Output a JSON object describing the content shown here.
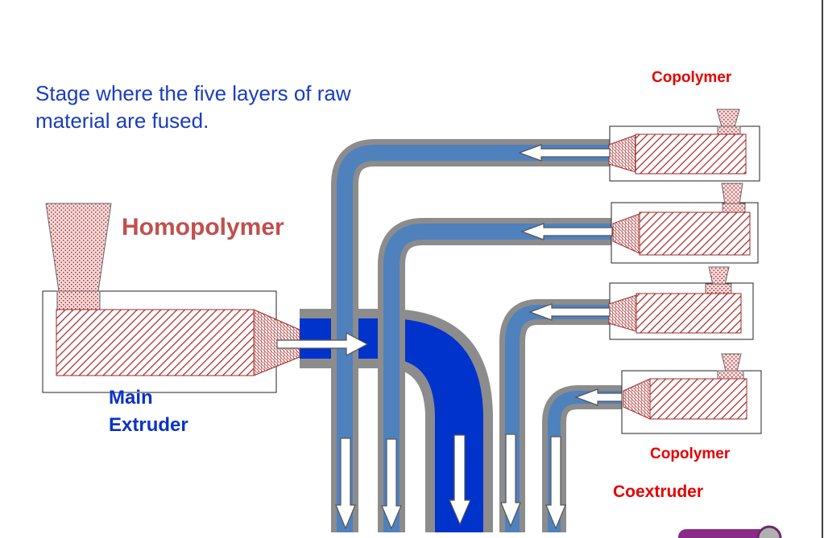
{
  "caption": "Stage where the five layers of raw material are fused.",
  "labels": {
    "homopolymer": "Homopolymer",
    "main_extruder": "Main Extruder",
    "copolymer_top": "Copolymer",
    "copolymer_bottom": "Copolymer",
    "coextruder": "Coextruder"
  },
  "colors": {
    "caption": "#1a3cc0",
    "homopolymer": "#c0504d",
    "main_extruder": "#0a33c8",
    "copolymer": "#e60000",
    "pipe_outer": "#8c8c8c",
    "pipe_inner": "#4f81bd",
    "main_flow": "#0033cc",
    "hatch": "#b03030"
  }
}
